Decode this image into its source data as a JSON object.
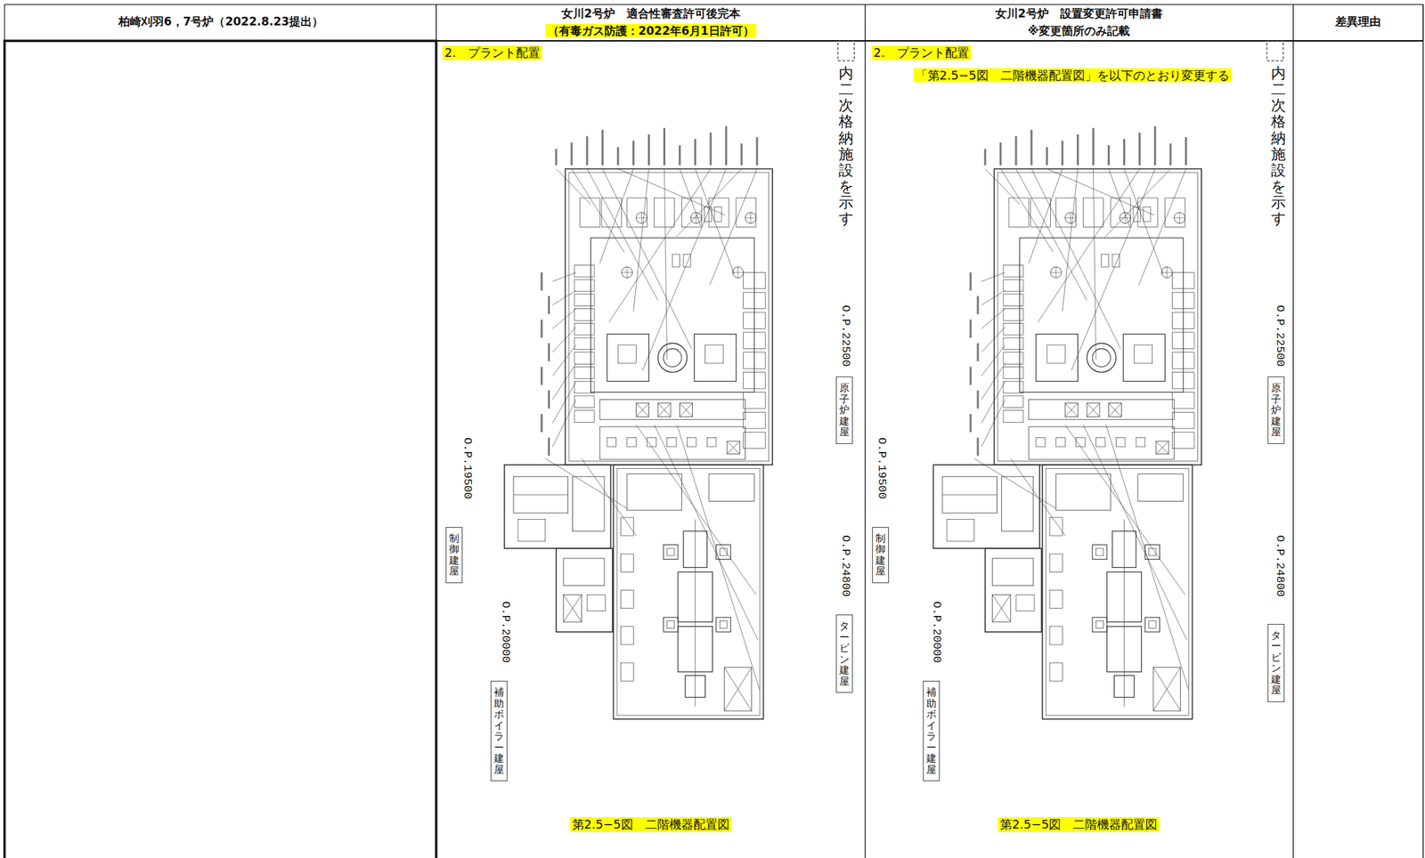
{
  "diagram": {
    "nodes": [
      {
        "text": [
          "原子炉建屋"
        ]
      },
      {
        "text": [
          "タービン建屋"
        ]
      },
      {
        "text": [
          "制御建屋"
        ]
      },
      {
        "text": [
          "補助ボイラー建屋"
        ]
      },
      {
        "text": [
          "原子炉建屋"
        ]
      },
      {
        "text": [
          "タービン建屋"
        ]
      },
      {
        "text": [
          "制御建屋"
        ]
      },
      {
        "text": [
          "補助ボイラー建屋"
        ]
      }
    ],
    "labels": [
      "柏崎刈羽6，7号炉（2022.8.23提出）",
      "女川2号炉　適合性審査許可後完本",
      "（有毒ガス防護：2022年6月1日許可）",
      "女川2号炉　設置変更許可申請書",
      "※変更箇所のみ記載",
      "差異理由",
      "2.　プラント配置",
      "2.　プラント配置",
      "「第2.5−5図　二階機器配置図」を以下のとおり変更する",
      "内二次格納施設を示す",
      "O.P.22500",
      "O.P.24800",
      "O.P.19500",
      "O.P.20000",
      "第2.5−5図　二階機器配置図",
      "内二次格納施設を示す",
      "O.P.22500",
      "O.P.24800",
      "O.P.19500",
      "O.P.20000",
      "第2.5−5図　二階機器配置図"
    ]
  }
}
